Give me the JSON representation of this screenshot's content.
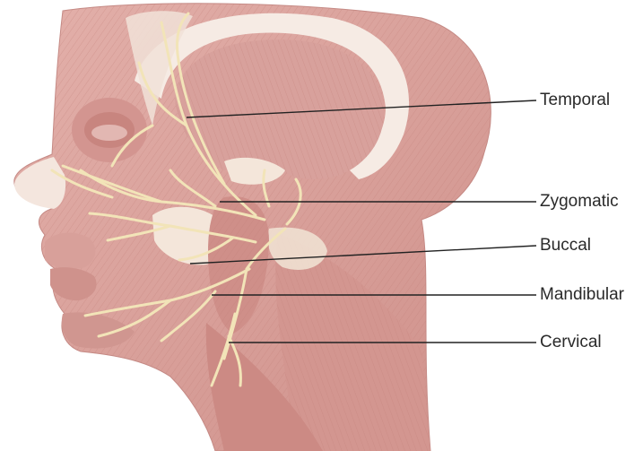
{
  "diagram": {
    "labels": [
      {
        "id": "temporal",
        "text": "Temporal"
      },
      {
        "id": "zygomatic",
        "text": "Zygomatic"
      },
      {
        "id": "buccal",
        "text": "Buccal"
      },
      {
        "id": "mandibular",
        "text": "Mandibular"
      },
      {
        "id": "cervical",
        "text": "Cervical"
      }
    ]
  },
  "colors": {
    "muscle": "#d9a09a",
    "muscle_dark": "#c98580",
    "fat": "#f3e4d4",
    "nerve": "#f0e2b6",
    "leader_line": "#222222",
    "background": "#ffffff"
  }
}
